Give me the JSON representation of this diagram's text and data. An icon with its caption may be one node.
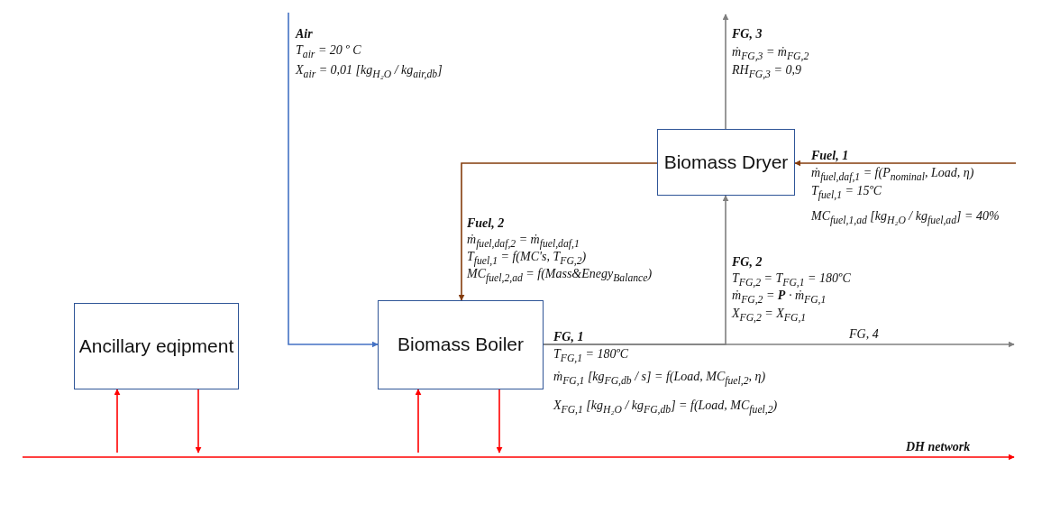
{
  "diagram": {
    "nodes": [
      {
        "text": [
          "Ancillary eqipment"
        ]
      },
      {
        "text": [
          "Biomass Boiler"
        ]
      },
      {
        "text": [
          "Biomass Dryer"
        ]
      },
      {
        "text": [],
        "shape": "bar",
        "beside": [
          "DH network"
        ]
      }
    ],
    "edges": [
      {
        "from": null,
        "to": 1,
        "arrow": "to",
        "label": "Air",
        "color": "#4472c4"
      },
      {
        "from": 2,
        "to": null,
        "arrow": "to",
        "label": "FG, 3",
        "color": "#7f7f7f"
      },
      {
        "from": null,
        "to": 2,
        "arrow": "to",
        "label": "Fuel, 1",
        "color": "#843c0c"
      },
      {
        "from": 2,
        "to": 1,
        "arrow": "to",
        "label": "Fuel, 2",
        "color": "#843c0c"
      },
      {
        "from": 1,
        "to": 2,
        "arrow": "to",
        "label": "FG, 2",
        "color": "#7f7f7f"
      },
      {
        "from": 1,
        "to": null,
        "arrow": "to",
        "label": "FG, 1",
        "color": "#7f7f7f"
      },
      {
        "from": 3,
        "to": 0,
        "arrow": "to"
      },
      {
        "from": 0,
        "to": 3,
        "arrow": "to"
      },
      {
        "from": 3,
        "to": 1,
        "arrow": "to"
      },
      {
        "from": 1,
        "to": 3,
        "arrow": "to"
      }
    ],
    "labels": [
      "T$_{air}$ = 20 º C",
      "X$_{air}$ = 0,01 [kg$_{H₂O}$ / kg$_{air,db}$]",
      "ṁ$_{FG,3}$ = ṁ$_{FG,2}$",
      "RH$_{FG,3}$ = 0,9",
      "ṁ$_{fuel,daf,1}$ = f(P$_{nominal}$, Load, η)",
      "T$_{fuel,1}$ = 15ºC",
      "MC$_{fuel,1,ad}$ [kg$_{H₂O}$ / kg$_{fuel,ad}$] = 40%",
      "ṁ$_{fuel,daf,2}$ = ṁ$_{fuel,daf,1}$",
      "T$_{fuel,1}$ = f(MC's, T$_{FG,2}$)",
      "MC$_{fuel,2,ad}$ = f(Mass&Enegy$_{Balance}$)",
      "T$_{FG,2}$ = T$_{FG,1}$ = 180ºC",
      "ṁ$_{FG,2}$ = **P** · ṁ$_{FG,1}$",
      "X$_{FG,2}$ = X$_{FG,1}$",
      "FG, 4",
      "T$_{FG,1}$ = 180ºC",
      "ṁ$_{FG,1}$ [kg$_{FG,db}$ / s] = f(Load, MC$_{fuel,2}$, η)",
      "X$_{FG,1}$ [kg$_{H₂O}$ / kg$_{FG,db}$] = f(Load, MC$_{fuel,2}$)"
    ]
  }
}
